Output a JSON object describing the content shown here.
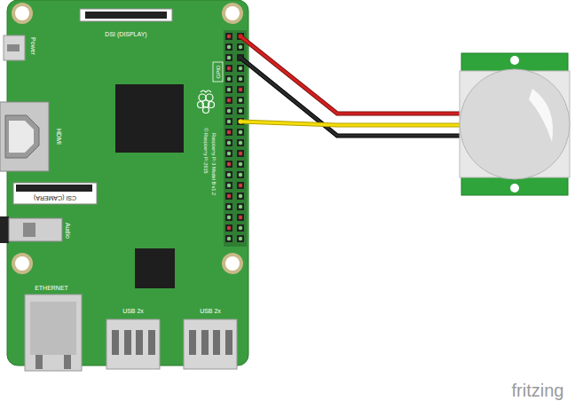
{
  "diagram": {
    "labels": [
      "Power",
      "DSI (DISPLAY)",
      "GPIO",
      "Raspberry Pi 3 Model B v1.2",
      "© Raspberry Pi 2015",
      "HDMI",
      "CSI (CAMERA)",
      "Audio",
      "ETHERNET",
      "USB 2x",
      "USB 2x",
      "fritzing"
    ]
  }
}
